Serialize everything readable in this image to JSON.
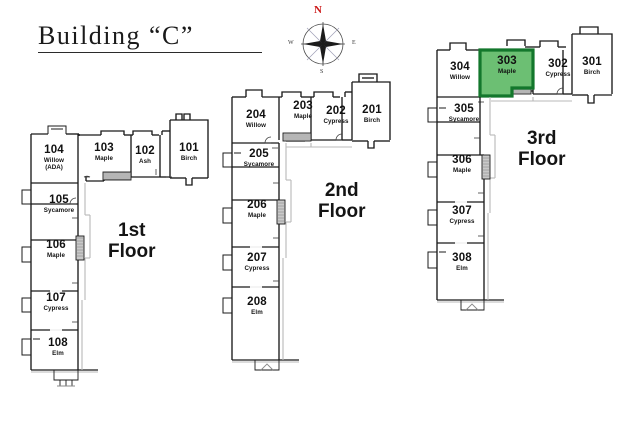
{
  "header": {
    "title": "Building “C”",
    "rule": true
  },
  "compass": {
    "north_label": "N",
    "south_label": "S",
    "west_label": "W",
    "east_label": "E",
    "north_color": "#cc1717"
  },
  "colors": {
    "wall": "#1b1b1b",
    "wall_light": "#b9b9b9",
    "background": "#ffffff",
    "highlight_fill": "#6cbf73",
    "highlight_border": "#13772c",
    "stair_fill": "#c9c9c9",
    "text": "#111111"
  },
  "floors": [
    {
      "id": "floor-1",
      "label": "1st\nFloor",
      "label_line1": "1st",
      "label_line2": "Floor",
      "rooms": [
        {
          "number": "104",
          "tree": "Willow",
          "note": "(ADA)",
          "highlighted": false
        },
        {
          "number": "103",
          "tree": "Maple",
          "note": "",
          "highlighted": false
        },
        {
          "number": "102",
          "tree": "Ash",
          "note": "",
          "highlighted": false
        },
        {
          "number": "101",
          "tree": "Birch",
          "note": "",
          "highlighted": false
        },
        {
          "number": "105",
          "tree": "Sycamore",
          "note": "",
          "highlighted": false
        },
        {
          "number": "106",
          "tree": "Maple",
          "note": "",
          "highlighted": false
        },
        {
          "number": "107",
          "tree": "Cypress",
          "note": "",
          "highlighted": false
        },
        {
          "number": "108",
          "tree": "Elm",
          "note": "",
          "highlighted": false
        }
      ]
    },
    {
      "id": "floor-2",
      "label": "2nd\nFloor",
      "label_line1": "2nd",
      "label_line2": "Floor",
      "rooms": [
        {
          "number": "204",
          "tree": "Willow",
          "note": "",
          "highlighted": false
        },
        {
          "number": "203",
          "tree": "Maple",
          "note": "",
          "highlighted": false
        },
        {
          "number": "202",
          "tree": "Cypress",
          "note": "",
          "highlighted": false
        },
        {
          "number": "201",
          "tree": "Birch",
          "note": "",
          "highlighted": false
        },
        {
          "number": "205",
          "tree": "Sycamore",
          "note": "",
          "highlighted": false
        },
        {
          "number": "206",
          "tree": "Maple",
          "note": "",
          "highlighted": false
        },
        {
          "number": "207",
          "tree": "Cypress",
          "note": "",
          "highlighted": false
        },
        {
          "number": "208",
          "tree": "Elm",
          "note": "",
          "highlighted": false
        }
      ]
    },
    {
      "id": "floor-3",
      "label": "3rd\nFloor",
      "label_line1": "3rd",
      "label_line2": "Floor",
      "rooms": [
        {
          "number": "304",
          "tree": "Willow",
          "note": "",
          "highlighted": false
        },
        {
          "number": "303",
          "tree": "Maple",
          "note": "",
          "highlighted": true
        },
        {
          "number": "302",
          "tree": "Cypress",
          "note": "",
          "highlighted": false
        },
        {
          "number": "301",
          "tree": "Birch",
          "note": "",
          "highlighted": false
        },
        {
          "number": "305",
          "tree": "Sycamore",
          "note": "",
          "highlighted": false
        },
        {
          "number": "306",
          "tree": "Maple",
          "note": "",
          "highlighted": false
        },
        {
          "number": "307",
          "tree": "Cypress",
          "note": "",
          "highlighted": false
        },
        {
          "number": "308",
          "tree": "Elm",
          "note": "",
          "highlighted": false
        }
      ]
    }
  ]
}
